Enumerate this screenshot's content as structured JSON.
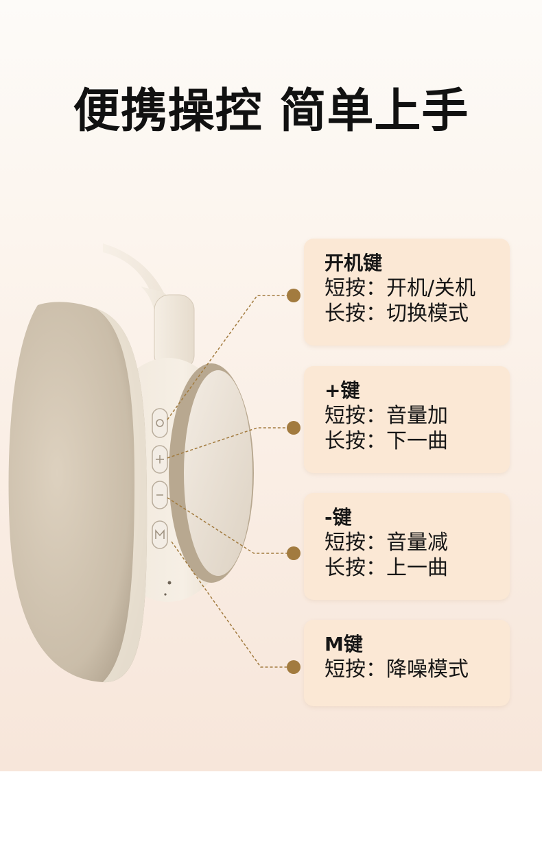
{
  "title": "便携操控 简单上手",
  "colors": {
    "leader": "#a27b3f",
    "card_bg": "#fbe8d5"
  },
  "callouts": [
    {
      "title": "开机键",
      "lines": [
        "短按：开机/关机",
        "长按：切换模式"
      ],
      "button_icon": "power-icon"
    },
    {
      "title": "+键",
      "lines": [
        "短按：音量加",
        "长按：下一曲"
      ],
      "button_icon": "plus-icon"
    },
    {
      "title": "-键",
      "lines": [
        "短按：音量减",
        "长按：上一曲"
      ],
      "button_icon": "minus-icon"
    },
    {
      "title": "M键",
      "lines": [
        "短按：降噪模式"
      ],
      "button_icon": "m-icon"
    }
  ]
}
